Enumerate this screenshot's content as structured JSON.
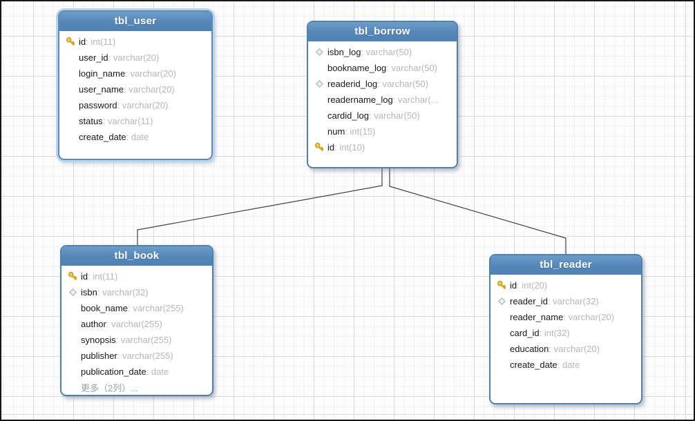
{
  "app": {
    "view": "database-model-diagram"
  },
  "colors": {
    "header_blue": "#5b8abc",
    "table_border_blue": "#4e80b1",
    "selection_halo_blue": "#b9d4eb",
    "primary_key_gold": "#f3c734",
    "index_diamond_gray": "#b4bac0",
    "field_name_black": "#17181a",
    "field_type_gray": "#b3b6ba",
    "relationship_line": "#404040",
    "grid_major": "#d9dadc",
    "grid_minor": "#f1f1f4"
  },
  "tables": [
    {
      "title": "tbl_user",
      "selected": true,
      "fields": [
        {
          "icon": "key-icon",
          "name": "id",
          "type": "int(11)"
        },
        {
          "icon": null,
          "name": "user_id",
          "type": "varchar(20)"
        },
        {
          "icon": null,
          "name": "login_name",
          "type": "varchar(20)"
        },
        {
          "icon": null,
          "name": "user_name",
          "type": "varchar(20)"
        },
        {
          "icon": null,
          "name": "password",
          "type": "varchar(20)"
        },
        {
          "icon": null,
          "name": "status",
          "type": "varchar(11)"
        },
        {
          "icon": null,
          "name": "create_date",
          "type": "date"
        }
      ]
    },
    {
      "title": "tbl_borrow",
      "selected": false,
      "fields": [
        {
          "icon": "diamond-icon",
          "name": "isbn_log",
          "type": "varchar(50)"
        },
        {
          "icon": null,
          "name": "bookname_log",
          "type": "varchar(50)"
        },
        {
          "icon": "diamond-icon",
          "name": "readerid_log",
          "type": "varchar(50)"
        },
        {
          "icon": null,
          "name": "readername_log",
          "type": "varchar(..."
        },
        {
          "icon": null,
          "name": "cardid_log",
          "type": "varchar(50)"
        },
        {
          "icon": null,
          "name": "num",
          "type": "int(15)"
        },
        {
          "icon": "key-icon",
          "name": "id",
          "type": "int(10)"
        }
      ]
    },
    {
      "title": "tbl_book",
      "selected": false,
      "fields": [
        {
          "icon": "key-icon",
          "name": "id",
          "type": "int(11)"
        },
        {
          "icon": "diamond-icon",
          "name": "isbn",
          "type": "varchar(32)"
        },
        {
          "icon": null,
          "name": "book_name",
          "type": "varchar(255)"
        },
        {
          "icon": null,
          "name": "author",
          "type": "varchar(255)"
        },
        {
          "icon": null,
          "name": "synopsis",
          "type": "varchar(255)"
        },
        {
          "icon": null,
          "name": "publisher",
          "type": "varchar(255)"
        },
        {
          "icon": null,
          "name": "publication_date",
          "type": "date"
        },
        {
          "icon": null,
          "name": "更多（2列）...",
          "type": ""
        }
      ]
    },
    {
      "title": "tbl_reader",
      "selected": false,
      "fields": [
        {
          "icon": "key-icon",
          "name": "id",
          "type": "int(20)"
        },
        {
          "icon": "diamond-icon",
          "name": "reader_id",
          "type": "varchar(32)"
        },
        {
          "icon": null,
          "name": "reader_name",
          "type": "varchar(20)"
        },
        {
          "icon": null,
          "name": "card_id",
          "type": "int(32)"
        },
        {
          "icon": null,
          "name": "education",
          "type": "varchar(20)"
        },
        {
          "icon": null,
          "name": "create_date",
          "type": "date"
        }
      ]
    }
  ],
  "connections": [
    {
      "from": "tbl_borrow",
      "to": "tbl_book"
    },
    {
      "from": "tbl_borrow",
      "to": "tbl_reader"
    }
  ]
}
